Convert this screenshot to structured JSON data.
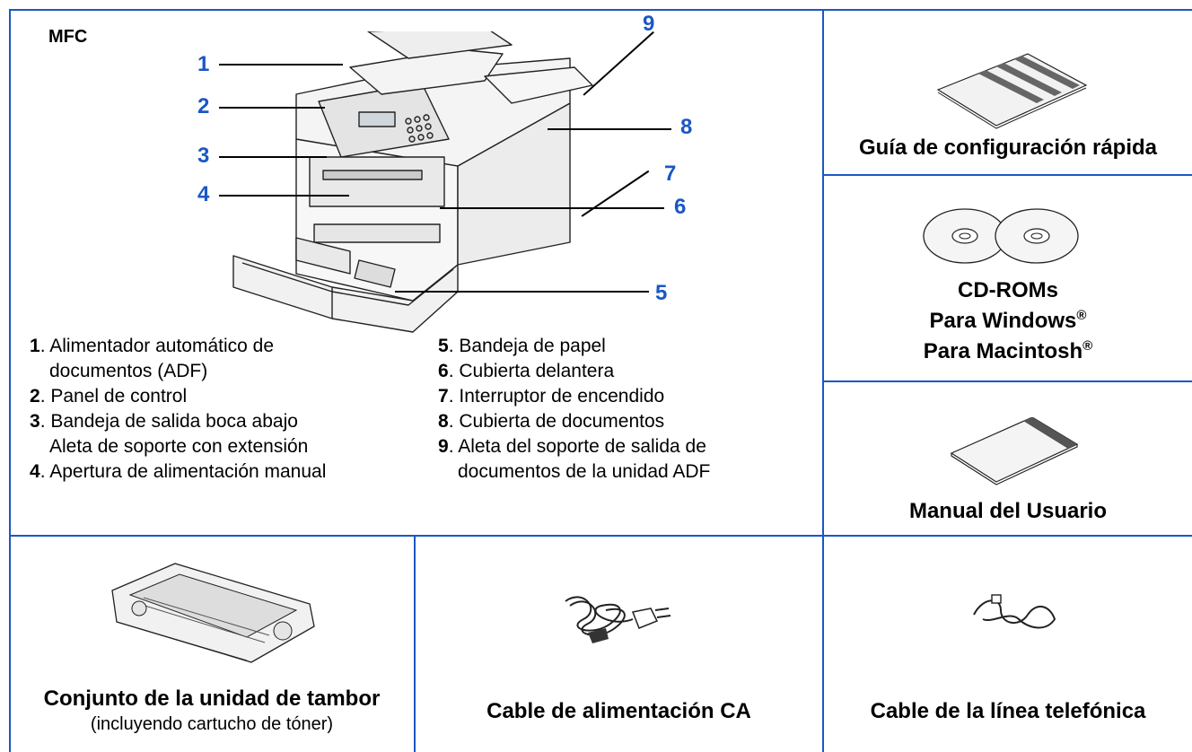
{
  "printer": {
    "model_label": "MFC",
    "callout_numbers": [
      "1",
      "2",
      "3",
      "4",
      "5",
      "6",
      "7",
      "8",
      "9"
    ]
  },
  "parts_left": [
    {
      "num": "1",
      "text": "Alimentador automático de",
      "cont": "documentos (ADF)"
    },
    {
      "num": "2",
      "text": "Panel de control"
    },
    {
      "num": "3",
      "text": "Bandeja de salida boca abajo",
      "cont": "Aleta de soporte con extensión"
    },
    {
      "num": "4",
      "text": "Apertura de alimentación manual"
    }
  ],
  "parts_right": [
    {
      "num": "5",
      "text": "Bandeja de papel"
    },
    {
      "num": "6",
      "text": "Cubierta delantera"
    },
    {
      "num": "7",
      "text": "Interruptor de encendido"
    },
    {
      "num": "8",
      "text": "Cubierta de documentos"
    },
    {
      "num": "9",
      "text": "Aleta del soporte de salida de",
      "cont": "documentos de la unidad ADF"
    }
  ],
  "items": {
    "quick_guide": "Guía de configuración rápida",
    "cdroms": {
      "title": "CD-ROMs",
      "line1": "Para Windows",
      "line2": "Para Macintosh",
      "reg": "®"
    },
    "user_manual": "Manual del Usuario",
    "drum": {
      "title": "Conjunto de la unidad de tambor",
      "sub": "(incluyendo cartucho de tóner)"
    },
    "ac_cable": "Cable de alimentación CA",
    "phone_cable": "Cable de la línea telefónica"
  },
  "colors": {
    "accent": "#1a57c4"
  }
}
